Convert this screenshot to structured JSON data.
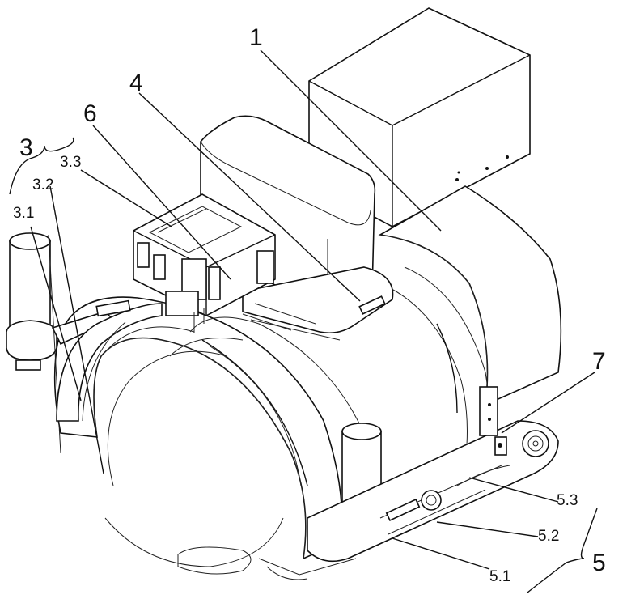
{
  "labels": {
    "l1": "1",
    "l3": "3",
    "l3_1": "3.1",
    "l3_2": "3.2",
    "l3_3": "3.3",
    "l4": "4",
    "l5": "5",
    "l5_1": "5.1",
    "l5_2": "5.2",
    "l5_3": "5.3",
    "l6": "6",
    "l7": "7"
  }
}
